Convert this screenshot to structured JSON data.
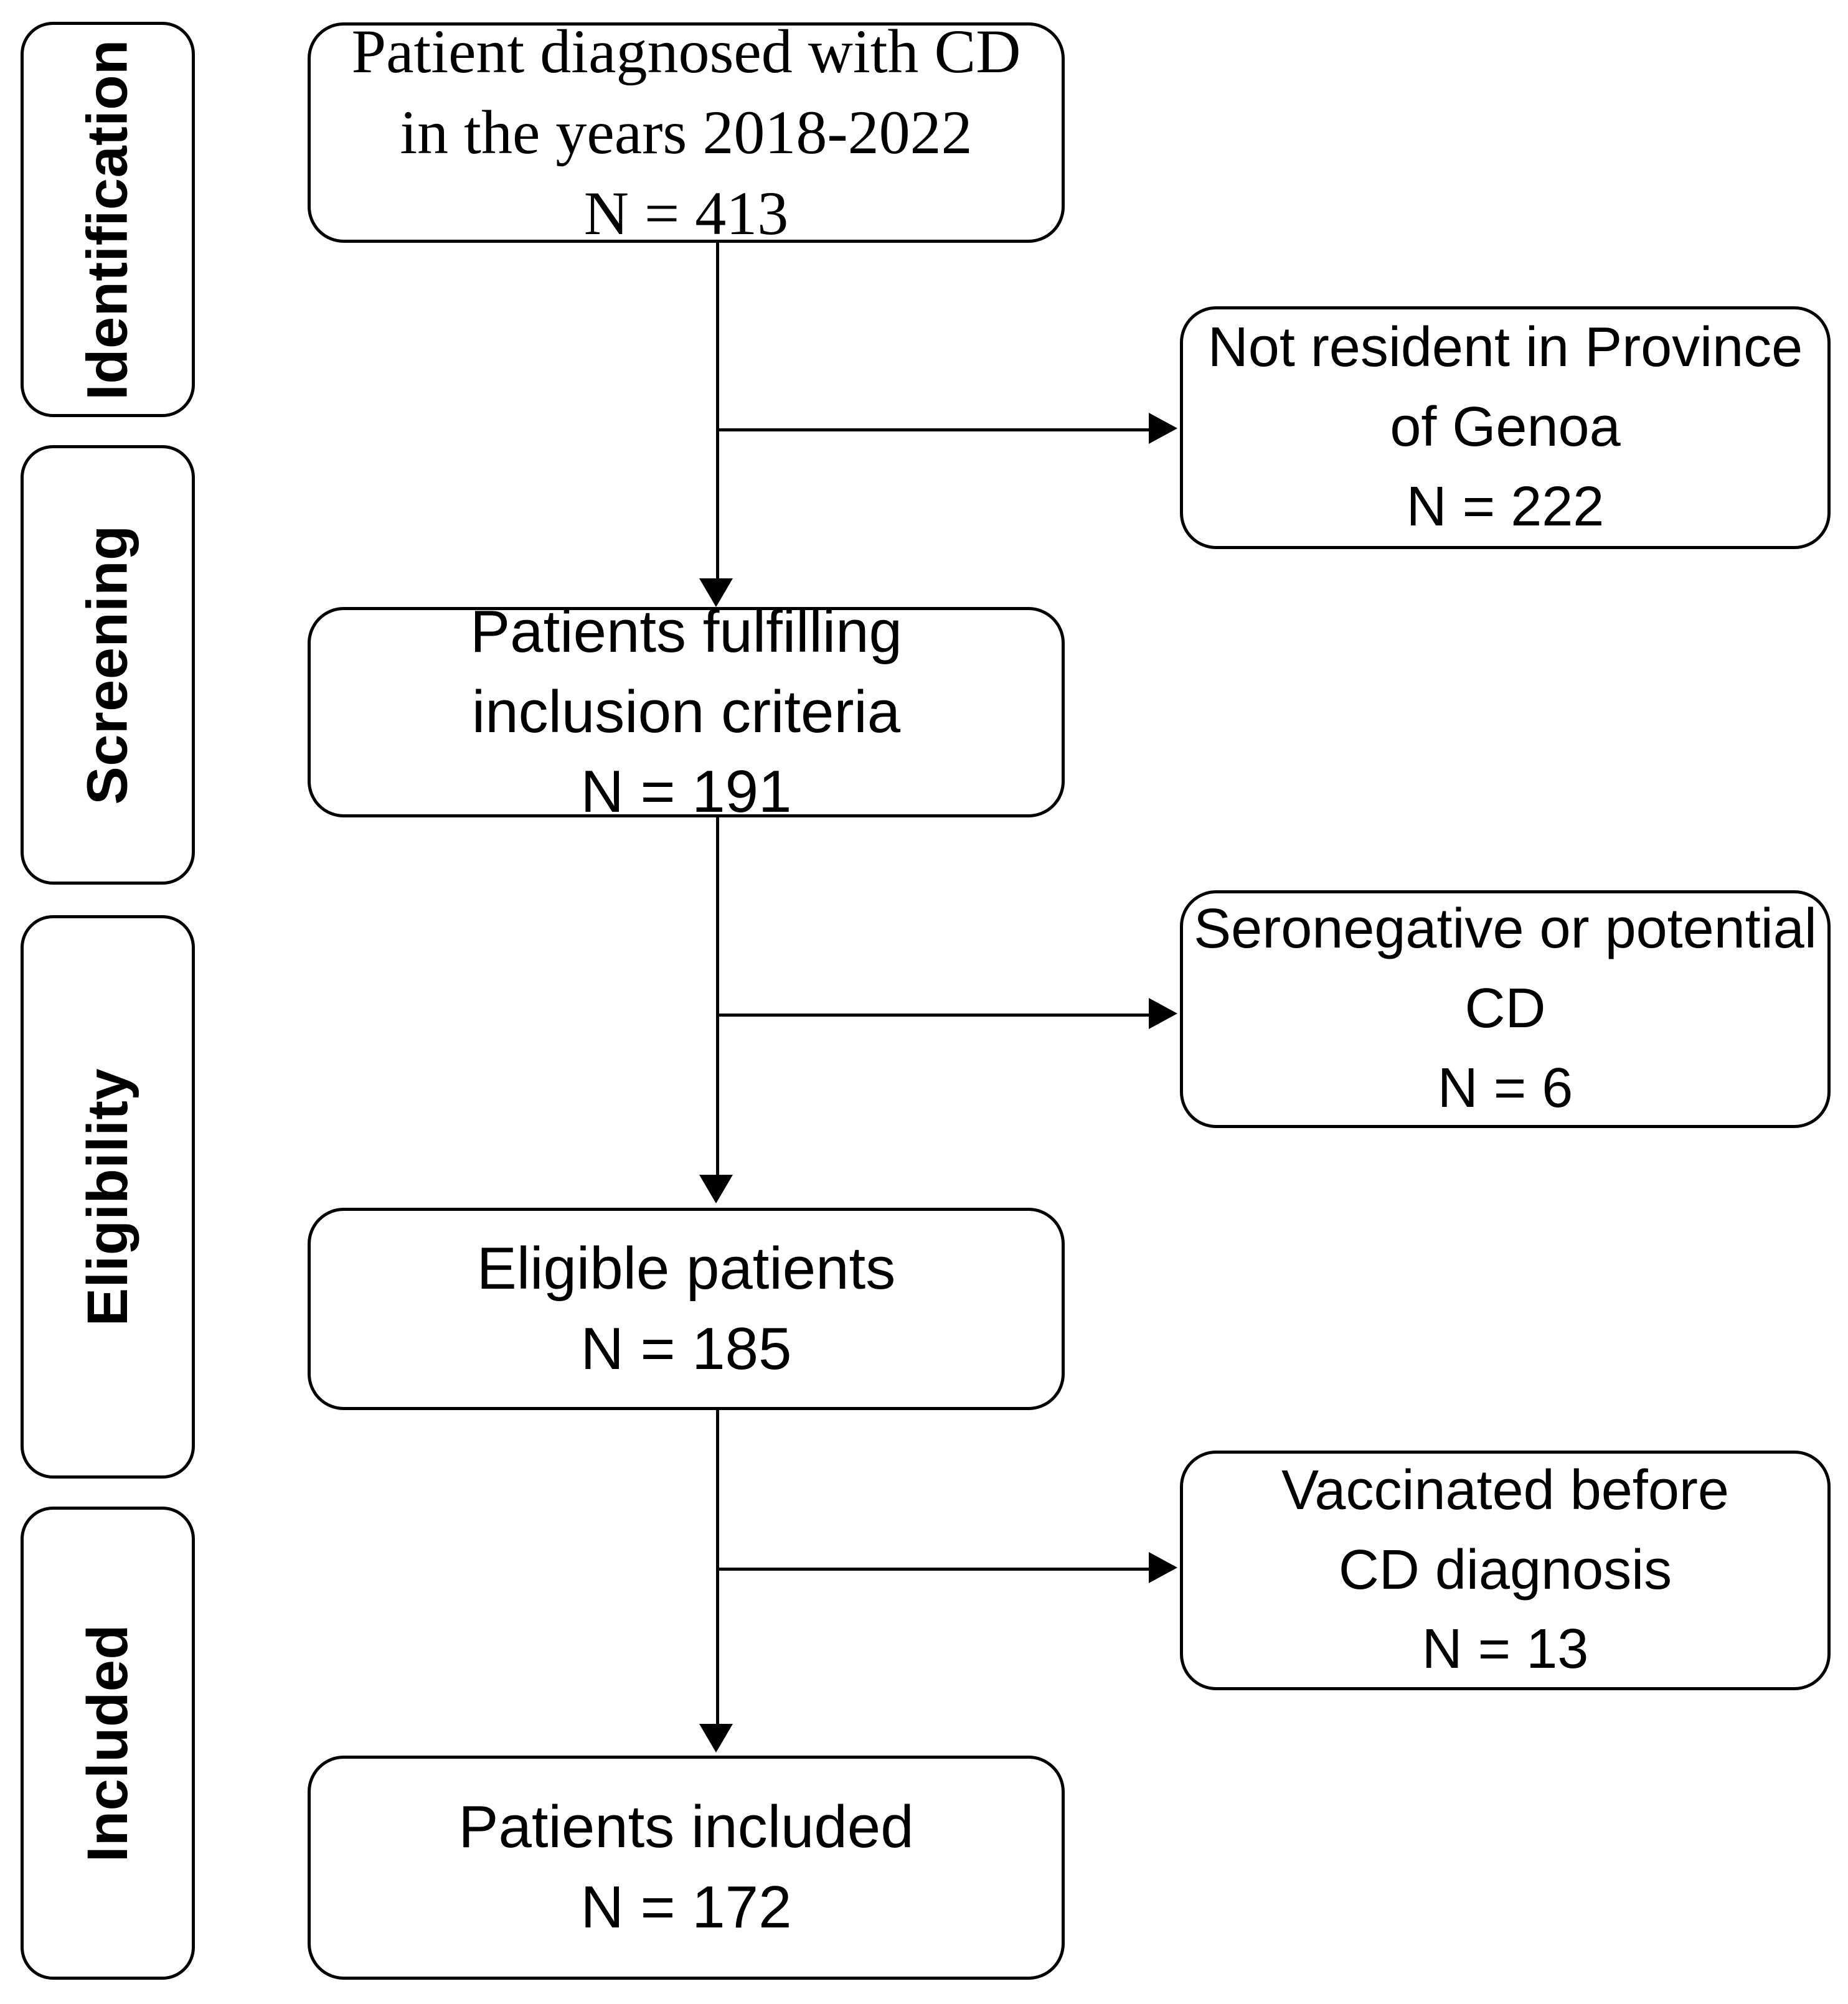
{
  "diagram": {
    "type": "prisma-flow-diagram",
    "title": "Patient selection flow",
    "stages": [
      {
        "id": "identification",
        "label": "Identification"
      },
      {
        "id": "screening",
        "label": "Screening"
      },
      {
        "id": "eligibility",
        "label": "Eligibility"
      },
      {
        "id": "included",
        "label": "Included"
      }
    ],
    "flow_nodes": [
      {
        "id": "diagnosed",
        "line1": "Patient diagnosed with CD",
        "line2": "in the years 2018-2022",
        "count_label": "N = 413",
        "count": 413
      },
      {
        "id": "fulfilling",
        "line1": "Patients fulfilling",
        "line2": "inclusion criteria",
        "count_label": "N = 191",
        "count": 191
      },
      {
        "id": "eligible",
        "line1": "Eligible patients",
        "line2": "",
        "count_label": "N = 185",
        "count": 185
      },
      {
        "id": "included",
        "line1": "Patients included",
        "line2": "",
        "count_label": "N = 172",
        "count": 172
      }
    ],
    "exclusion_nodes": [
      {
        "id": "not-resident",
        "line1": "Not resident in Province",
        "line2": "of Genoa",
        "count_label": "N = 222",
        "count": 222
      },
      {
        "id": "seronegative",
        "line1": "Seronegative or potential",
        "line2": "CD",
        "count_label": "N = 6",
        "count": 6
      },
      {
        "id": "vaccinated-before",
        "line1": "Vaccinated before",
        "line2": "CD diagnosis",
        "count_label": "N = 13",
        "count": 13
      }
    ],
    "colors": {
      "stroke": "#000000",
      "fill": "#ffffff",
      "text": "#000000"
    }
  }
}
